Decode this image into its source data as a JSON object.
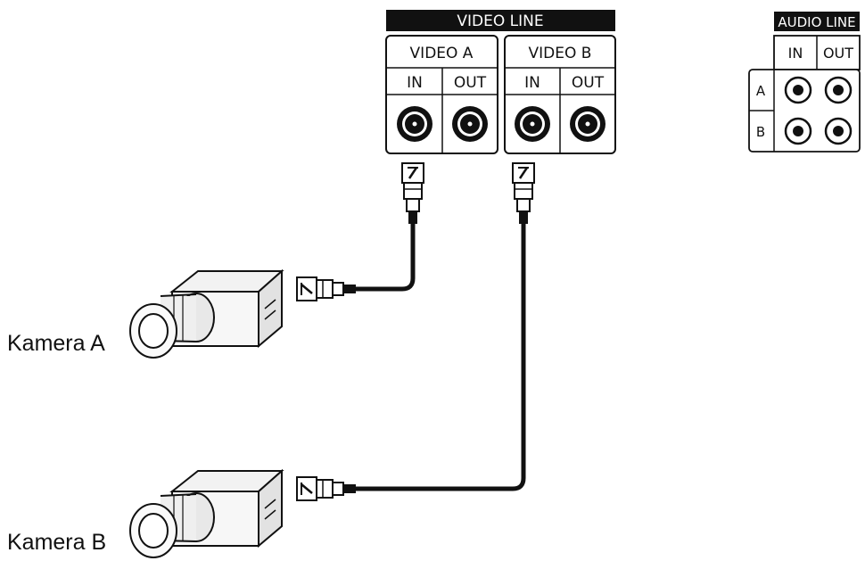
{
  "video_panel": {
    "title": "VIDEO LINE",
    "channels": [
      {
        "name": "VIDEO A",
        "in_label": "IN",
        "out_label": "OUT"
      },
      {
        "name": "VIDEO B",
        "in_label": "IN",
        "out_label": "OUT"
      }
    ]
  },
  "audio_panel": {
    "title": "AUDIO LINE",
    "in_label": "IN",
    "out_label": "OUT",
    "row_a": "A",
    "row_b": "B"
  },
  "cameras": [
    {
      "label": "Kamera A",
      "connects_to": "VIDEO A IN"
    },
    {
      "label": "Kamera B",
      "connects_to": "VIDEO B IN"
    }
  ],
  "colors": {
    "ink": "#111111",
    "panel_fill": "#ffffff",
    "camera_fill": "#f2f2f2"
  }
}
